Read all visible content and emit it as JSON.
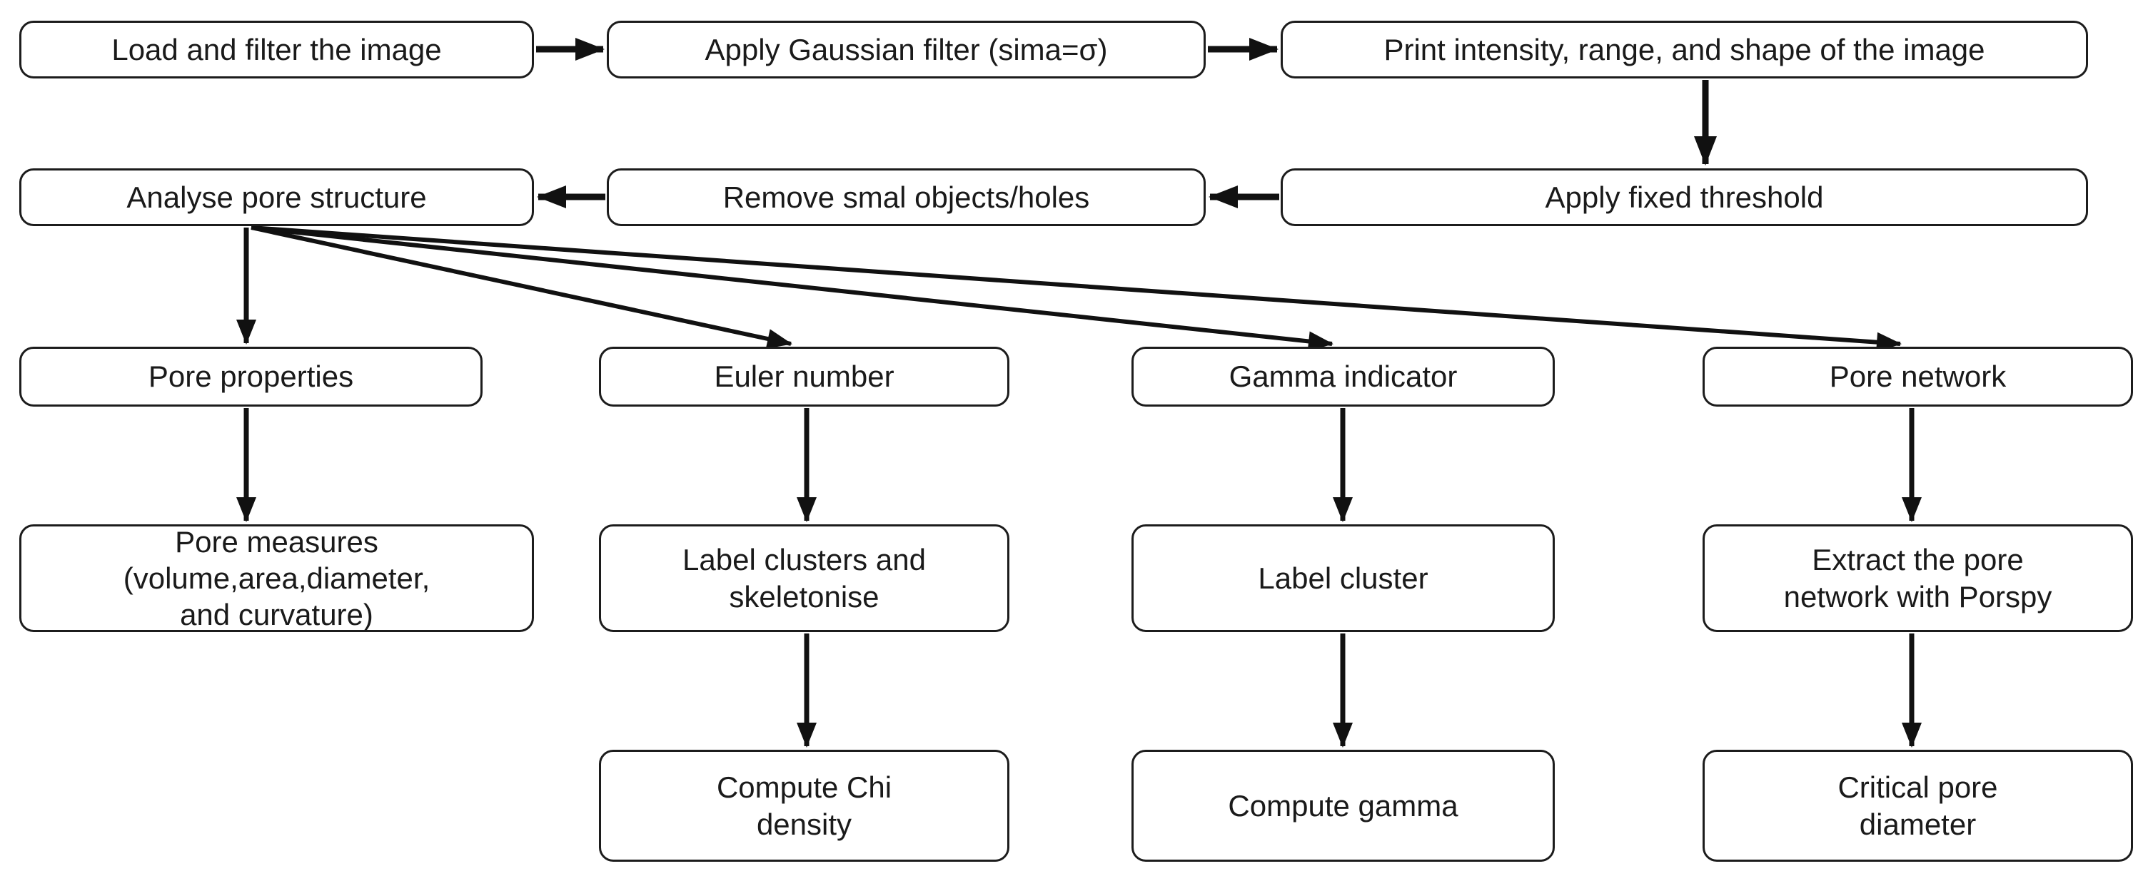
{
  "diagram": {
    "type": "flowchart",
    "colors": {
      "background": "#ffffff",
      "box_fill": "#ffffff",
      "box_border": "#1c1c1c",
      "arrow": "#111111",
      "text": "#1a1a1a"
    },
    "nodes": {
      "load": {
        "label": "Load and filter the image"
      },
      "gaussian": {
        "label": "Apply Gaussian filter (sima=σ)"
      },
      "print_info": {
        "label": "Print intensity, range, and shape of the image"
      },
      "threshold": {
        "label": "Apply fixed threshold"
      },
      "remove_small": {
        "label": "Remove smal objects/holes"
      },
      "analyse": {
        "label": "Analyse pore structure"
      },
      "pore_properties": {
        "label": "Pore properties"
      },
      "euler": {
        "label": "Euler number"
      },
      "gamma_indicator": {
        "label": "Gamma indicator"
      },
      "pore_network": {
        "label": "Pore network"
      },
      "pore_measures": {
        "label": "Pore measures\n(volume,area,diameter,\nand curvature)"
      },
      "label_clusters": {
        "label": "Label clusters and\nskeletonise"
      },
      "label_cluster": {
        "label": "Label cluster"
      },
      "extract_network": {
        "label": "Extract the pore\nnetwork with Porspy"
      },
      "chi_density": {
        "label": "Compute Chi\ndensity"
      },
      "compute_gamma": {
        "label": "Compute gamma"
      },
      "critical_pore": {
        "label": "Critical pore\ndiameter"
      }
    },
    "edges": [
      {
        "from": "load",
        "to": "gaussian"
      },
      {
        "from": "gaussian",
        "to": "print_info"
      },
      {
        "from": "print_info",
        "to": "threshold"
      },
      {
        "from": "threshold",
        "to": "remove_small"
      },
      {
        "from": "remove_small",
        "to": "analyse"
      },
      {
        "from": "analyse",
        "to": "pore_properties"
      },
      {
        "from": "analyse",
        "to": "euler"
      },
      {
        "from": "analyse",
        "to": "gamma_indicator"
      },
      {
        "from": "analyse",
        "to": "pore_network"
      },
      {
        "from": "pore_properties",
        "to": "pore_measures"
      },
      {
        "from": "euler",
        "to": "label_clusters"
      },
      {
        "from": "gamma_indicator",
        "to": "label_cluster"
      },
      {
        "from": "pore_network",
        "to": "extract_network"
      },
      {
        "from": "label_clusters",
        "to": "chi_density"
      },
      {
        "from": "label_cluster",
        "to": "compute_gamma"
      },
      {
        "from": "extract_network",
        "to": "critical_pore"
      }
    ]
  }
}
